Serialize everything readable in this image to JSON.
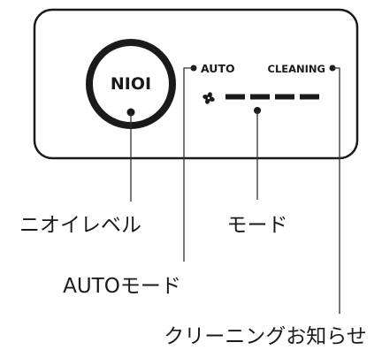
{
  "panel": {
    "level_indicator": {
      "label": "NIOI"
    },
    "auto_indicator": {
      "label": "AUTO"
    },
    "cleaning_indicator": {
      "label": "CLEANING"
    },
    "fan_icon": "fan-icon",
    "mode_display": {
      "segments": 4
    }
  },
  "callouts": {
    "odor_level": "ニオイレベル",
    "mode": "モード",
    "auto_mode": "AUTOモード",
    "cleaning_notice": "クリーニングお知らせ"
  },
  "colors": {
    "ink": "#1a1a1a",
    "background": "#ffffff"
  }
}
